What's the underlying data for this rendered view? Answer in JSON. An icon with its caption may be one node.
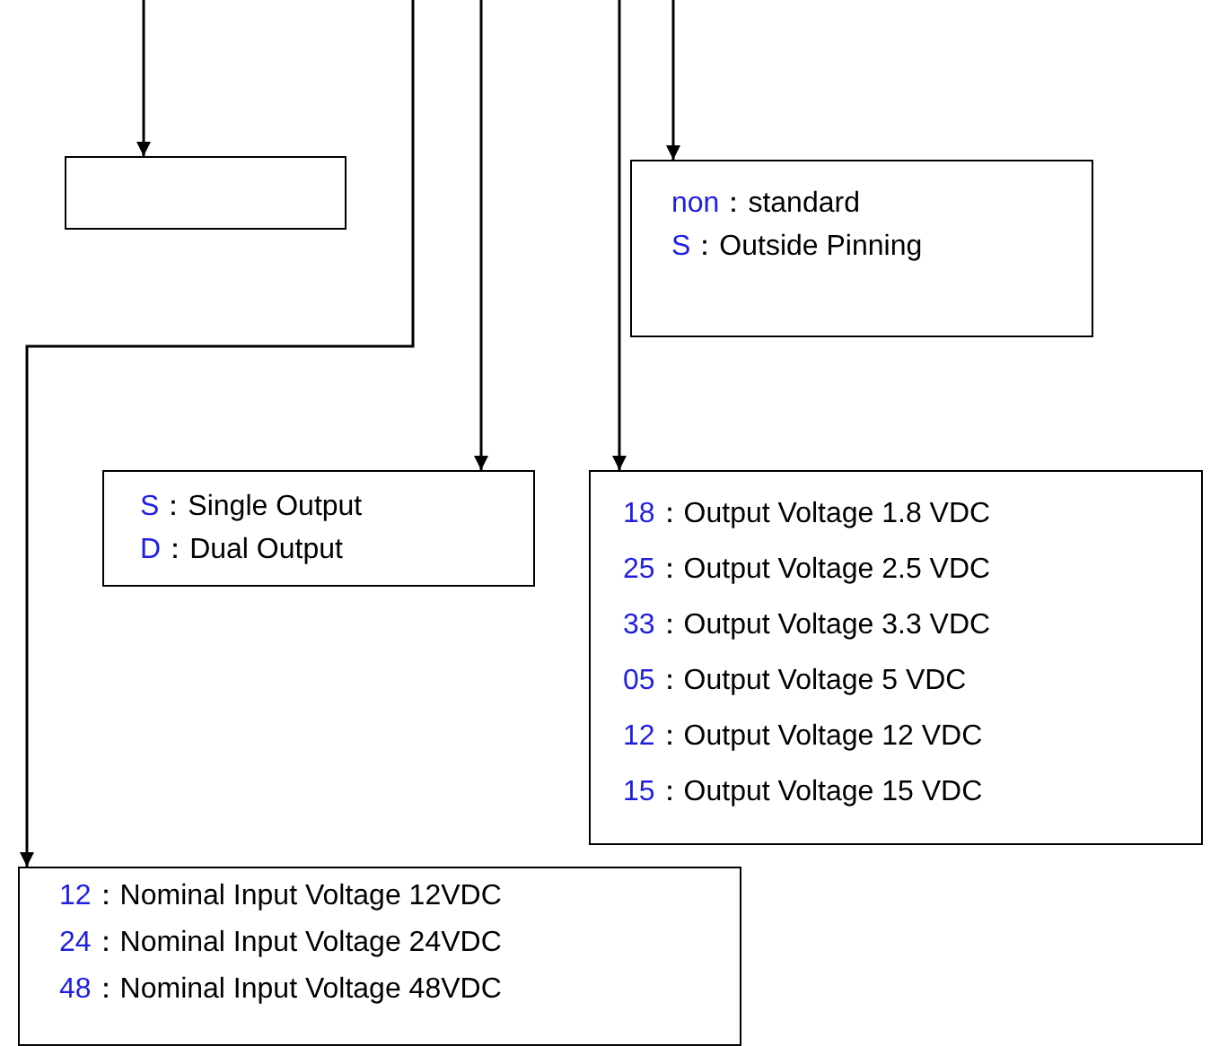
{
  "diagram": {
    "nodes": [
      {
        "text": [],
        "shape": "box"
      },
      {
        "text": [
          "non：standard",
          "S：Outside Pinning"
        ]
      },
      {
        "text": [
          "S：Single Output",
          "D：Dual Output"
        ]
      },
      {
        "text": [
          "18：Output Voltage 1.8 VDC",
          "25：Output Voltage 2.5 VDC",
          "33：Output Voltage 3.3 VDC",
          "05：Output Voltage 5 VDC",
          "12：Output Voltage 12 VDC",
          "15：Output Voltage 15 VDC"
        ]
      },
      {
        "text": [
          "12：Nominal Input Voltage 12VDC",
          "24：Nominal Input Voltage 24VDC",
          "48：Nominal Input Voltage 48VDC"
        ]
      }
    ],
    "edges": [
      {
        "from": null,
        "to": 0,
        "arrow": "to"
      },
      {
        "from": null,
        "to": 4,
        "arrow": "to"
      },
      {
        "from": null,
        "to": 2,
        "arrow": "to"
      },
      {
        "from": null,
        "to": 3,
        "arrow": "to"
      },
      {
        "from": null,
        "to": 1,
        "arrow": "to"
      }
    ]
  }
}
